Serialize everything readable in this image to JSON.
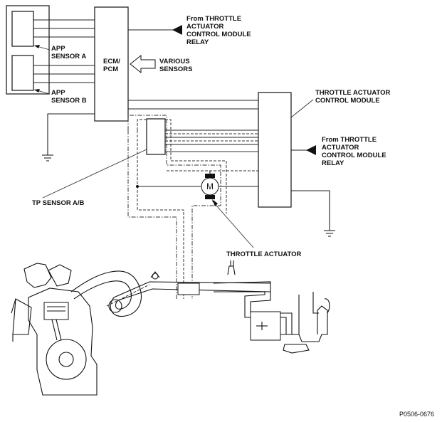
{
  "labels": {
    "relay_top": [
      "From THROTTLE",
      "ACTUATOR",
      "CONTROL MODULE",
      "RELAY"
    ],
    "app_a": [
      "APP",
      "SENSOR A"
    ],
    "app_b": [
      "APP",
      "SENSOR B"
    ],
    "ecm": [
      "ECM/",
      "PCM"
    ],
    "various": [
      "VARIOUS",
      "SENSORS"
    ],
    "tacm": [
      "THROTTLE ACTUATOR",
      "CONTROL MODULE"
    ],
    "relay_right": [
      "From THROTTLE",
      "ACTUATOR",
      "CONTROL MODULE",
      "RELAY"
    ],
    "tp_sensor": "TP SENSOR A/B",
    "throttle_actuator": "THROTTLE ACTUATOR",
    "motor_symbol": "M",
    "figure_code": "P0506-0676"
  }
}
